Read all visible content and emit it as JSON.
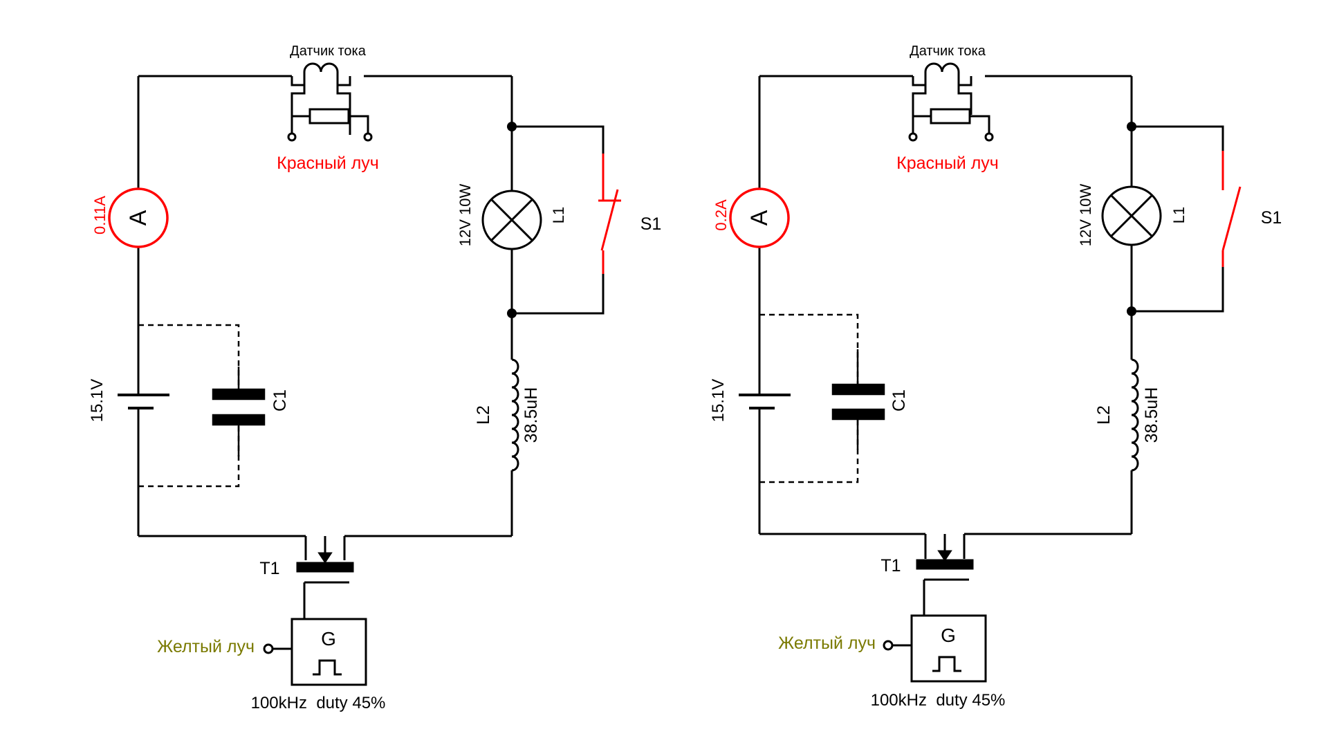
{
  "colors": {
    "wire": "#000000",
    "ammeter": "#ff0000",
    "red_label": "#ff0000",
    "yellow_label": "#7a7a00",
    "switch": "#ff0000"
  },
  "diagrams": [
    {
      "current_sensor_label": "Датчик тока",
      "red_probe_label": "Красный луч",
      "ammeter_symbol": "A",
      "ammeter_reading": "0.11A",
      "lamp_rating": "12V 10W",
      "lamp_ref": "L1",
      "switch_ref": "S1",
      "switch_state": "closed",
      "battery_voltage": "15.1V",
      "capacitor_ref": "C1",
      "inductor_ref": "L2",
      "inductor_value": "38.5uH",
      "transistor_ref": "T1",
      "generator_symbol": "G",
      "yellow_probe_label": "Желтый луч",
      "generator_params": "100kHz  duty 45%"
    },
    {
      "current_sensor_label": "Датчик тока",
      "red_probe_label": "Красный луч",
      "ammeter_symbol": "A",
      "ammeter_reading": "0.2A",
      "lamp_rating": "12V 10W",
      "lamp_ref": "L1",
      "switch_ref": "S1",
      "switch_state": "open",
      "battery_voltage": "15.1V",
      "capacitor_ref": "C1",
      "inductor_ref": "L2",
      "inductor_value": "38.5uH",
      "transistor_ref": "T1",
      "generator_symbol": "G",
      "yellow_probe_label": "Желтый луч",
      "generator_params": "100kHz  duty 45%"
    }
  ]
}
